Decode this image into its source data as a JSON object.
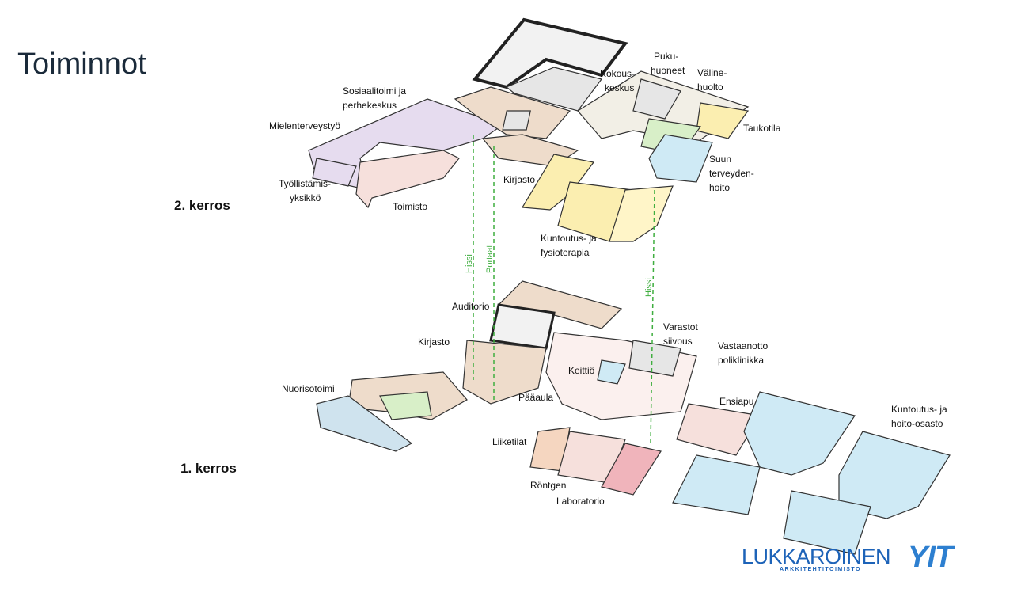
{
  "title": "Toiminnot",
  "floors": {
    "floor2": "2. kerros",
    "floor1": "1. kerros"
  },
  "labels_floor2": {
    "sosiaalitoimi_1": "Sosiaalitoimi ja",
    "sosiaalitoimi_2": "perhekeskus",
    "mielenterveys": "Mielenterveystyö",
    "tyollistamis_1": "Työllistämis-",
    "tyollistamis_2": "yksikkö",
    "toimisto": "Toimisto",
    "kirjasto": "Kirjasto",
    "kokous_1": "Kokous-",
    "kokous_2": "keskus",
    "puku_1": "Puku-",
    "puku_2": "huoneet",
    "valine_1": "Väline-",
    "valine_2": "huolto",
    "taukotila": "Taukotila",
    "suun_1": "Suun",
    "suun_2": "terveyden-",
    "suun_3": "hoito",
    "kuntoutus_1": "Kuntoutus- ja",
    "kuntoutus_2": "fysioterapia"
  },
  "labels_floor1": {
    "auditorio": "Auditorio",
    "kirjasto": "Kirjasto",
    "nuorisotoimi": "Nuorisotoimi",
    "keittio": "Keittiö",
    "paaaula": "Pääaula",
    "varastot_1": "Varastot",
    "varastot_2": "siivous",
    "vastaanotto_1": "Vastaanotto",
    "vastaanotto_2": "poliklinikka",
    "ensiapu": "Ensiapu",
    "kuntoutus_1": "Kuntoutus- ja",
    "kuntoutus_2": "hoito-osasto",
    "liiketilat": "Liiketilat",
    "rontgen": "Röntgen",
    "laboratorio": "Laboratorio"
  },
  "vertical_links": {
    "hissi_left": "Hissi",
    "portaat": "Portaat",
    "hissi_right": "Hissi"
  },
  "logos": {
    "lukkaroinen": "LUKKAROINEN",
    "lukkaroinen_sub": "ARKKITEHTITOIMISTO",
    "yit": "YIT"
  },
  "colors": {
    "pink": "#f6e0dc",
    "lilac": "#e6dcef",
    "tan": "#eedccb",
    "yellow": "#fbeeb0",
    "light_yellow": "#fff5c8",
    "light_blue": "#cfeaf5",
    "light_green": "#d8efc8",
    "grey": "#e6e6e6",
    "red_pink": "#f0b4bb",
    "steel_blue": "#cfe3ee",
    "link_green": "#3fae3f",
    "logo_blue": "#1d63b8"
  }
}
